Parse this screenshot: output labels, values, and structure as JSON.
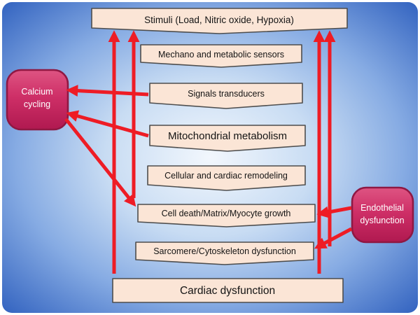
{
  "figure": {
    "boxes": {
      "stimuli": "Stimuli (Load, Nitric oxide, Hypoxia)",
      "sensors": "Mechano and metabolic sensors",
      "transducers": "Signals transducers",
      "mitochondrial": "Mitochondrial  metabolism",
      "remodeling": "Cellular and cardiac remodeling",
      "cell_death": "Cell death/Matrix/Myocyte growth",
      "sarcomere": "Sarcomere/Cytoskeleton dysfunction",
      "cardiac": "Cardiac  dysfunction"
    },
    "side_boxes": {
      "calcium": {
        "line1": "Calcium",
        "line2": "cycling"
      },
      "endothelial": {
        "line1": "Endothelial",
        "line2": "dysfunction"
      }
    },
    "colors": {
      "flow_box_fill": "#fbe5d6",
      "flow_box_border": "#4d4d4d",
      "side_box_fill": "#ce2f67",
      "side_box_border": "#8f1843",
      "arrow": "#ee1c25",
      "background_center": "#f2f7fd",
      "background_edge": "#2e5fbe"
    }
  }
}
